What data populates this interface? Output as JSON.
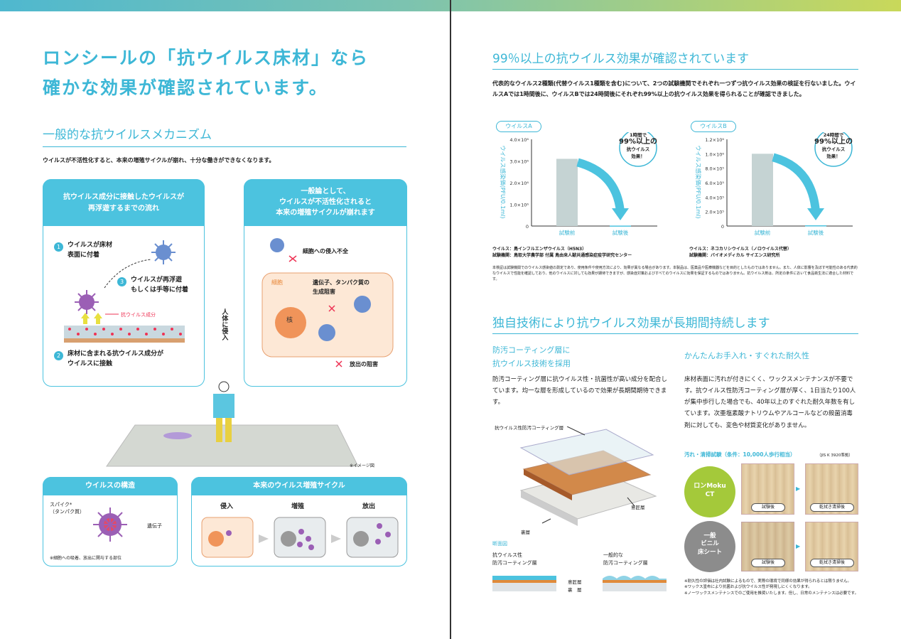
{
  "left": {
    "headline1": "ロンシールの「抗ウイルス床材」なら",
    "headline2": "確かな効果が確認されています。",
    "mechanism_title": "一般的な抗ウイルスメカニズム",
    "mechanism_intro": "ウイルスが不活性化すると、本来の増殖サイクルが崩れ、十分な働きができなくなります。",
    "panelA_header": "抗ウイルス成分に接触したウイルスが\n再浮遊するまでの流れ",
    "stepA1": "ウイルスが床材\n表面に付着",
    "stepA2": "床材に含まれる抗ウイルス成分が\nウイルスに接触",
    "stepA3": "ウイルスが再浮遊\nもしくは手等に付着",
    "num1": "1",
    "num2": "2",
    "num3": "3",
    "label_component": "抗ウイルス成分",
    "panelB_header": "一般論として、\nウイルスが不活性化されると\n本来の増殖サイクルが崩れます",
    "label_entry_fail": "細胞への侵入不全",
    "label_cell": "細胞",
    "label_nucleus": "核",
    "label_gene_inhibit": "遺伝子、タンパク質の\n生成阻害",
    "label_release_inhibit": "放出の阻害",
    "label_body_entry": "人体に侵入",
    "image_note": "※イメージ図",
    "structure_header": "ウイルスの構造",
    "label_spike": "スパイク*\n（タンパク質）",
    "label_gene": "遺伝子",
    "structure_note": "※細胞への吸着、放出に関与する部位",
    "cycle_header": "本来のウイルス増殖サイクル",
    "cycle_steps": [
      "侵入",
      "増殖",
      "放出"
    ]
  },
  "right": {
    "title1": "99％以上の抗ウイルス効果が確認されています",
    "intro": "代表的なウイルス2種類(代替ウイルス1種類を含む)について、2つの試験機関でそれぞれ一つずつ抗ウイルス効果の検証を行ないました。ウイルスAでは1時間後に、ウイルスBでは24時間後にそれぞれ99%以上の抗ウイルス効果を得られることが確認できました。",
    "virusA_note": "ウイルス：鳥インフルエンザウイルス（H5N3）\n試験機関：鳥取大学農学部 付属 鳥由来人獣共通感染症疫学研究センター",
    "virusB_note": "ウイルス：ネコカリシウイルス（ノロウイルス代替）\n試験機関：バイオメディカル サイエンス研究所",
    "disclaimer": "本検証は試験機関でのウイルス感染値の測定であり、使用条件や使用方法により、効果が異なる場合があります。本製品は、医薬品や医療機器などを目的としたものではありません。また、人体に影響を及ぼす可能性のある代表的なウイルスで性能を確認しており、他のウイルスに対しても効果が期待できますが、感染症対策およびすべてのウイルスに効果を保証するものではありません。抗ウイルス剤は、所定の条件において食品衛生法に適合した材料です。",
    "title2": "独自技術により抗ウイルス効果が長期間持続します",
    "sub1": "防汚コーティング層に\n抗ウイルス技術を採用",
    "body1": "防汚コーティング層に抗ウイルス性・抗菌性が高い成分を配合しています。均一な層を形成しているので効果が長期間期待できます。",
    "layer_coat": "抗ウイルス性防汚コーティング層",
    "layer_design": "意匠層",
    "layer_back": "裏層",
    "section_label": "断面図",
    "cross1": "抗ウイルス性\n防汚コーティング層",
    "cross2": "一般的な\n防汚コーティング層",
    "cross_design": "意匠層",
    "cross_back": "裏　層",
    "sub2": "かんたんお手入れ・すぐれた耐久性",
    "body2": "床材表面に汚れが付きにくく、ワックスメンテナンスが不要です。抗ウイルス性防汚コーティング層が厚く、1日当たり100人が集中歩行した場合でも、40年以上のすぐれた耐久年数を有しています。次亜塩素酸ナトリウムやアルコールなどの殺菌消毒剤に対しても、変色や材質変化がありません。",
    "test_title": "汚れ・清掃試験（条件：10,000人歩行相当）",
    "test_std": "（JIS K 3920準拠）",
    "product1": "ロンMoku\nCT",
    "product2": "一般\nビニル\n床シート",
    "after_test": "試験後",
    "after_clean": "乾拭き清掃後",
    "footnotes": "※耐久性の評価は社内試験によるもので、実際の環境で同様の効果が得られるとは限りません。\n※ワックス塗布により抗菌および抗ウイルス性が発現しにくくなります。\n※ノーワックスメンテナンスでのご使用を推奨いたします。但し、日常のメンテナンスは必要です。"
  },
  "chart_data": [
    {
      "type": "bar",
      "tag": "ウイルスA",
      "ylabel": "ウイルス感染価(PFU/0.1ml)",
      "categories": [
        "試験前",
        "試験後"
      ],
      "values": [
        3100000.0,
        20000.0
      ],
      "ylim": [
        0,
        4000000.0
      ],
      "yticks": [
        "4.0×10⁶",
        "3.0×10⁶",
        "2.0×10⁶",
        "1.0×10⁶",
        "0"
      ],
      "callout": "1時間で\n99%以上の\n抗ウイルス\n効果！"
    },
    {
      "type": "bar",
      "tag": "ウイルスB",
      "ylabel": "ウイルス感染価(PFU/0.1ml)",
      "categories": [
        "試験前",
        "試験後"
      ],
      "values": [
        1000000.0,
        10000.0
      ],
      "ylim": [
        0,
        1200000.0
      ],
      "yticks": [
        "1.2×10⁶",
        "1.0×10⁶",
        "8.0×10⁵",
        "6.0×10⁵",
        "4.0×10⁵",
        "2.0×10⁵",
        "0"
      ],
      "callout": "24時間で\n99%以上の\n抗ウイルス\n効果！"
    }
  ],
  "colors": {
    "accent": "#3db7d6",
    "bar": "#c5d3d3",
    "arrow": "#4cc3df",
    "green": "#a4c93a",
    "grey": "#8c8c8c"
  }
}
